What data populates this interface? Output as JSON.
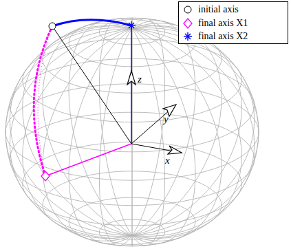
{
  "diagram": {
    "labels": [
      "z",
      "y",
      "x"
    ],
    "legend": [
      {
        "text": "initial axis"
      },
      {
        "text": "final axis X1"
      },
      {
        "text": "final axis X2"
      }
    ]
  }
}
